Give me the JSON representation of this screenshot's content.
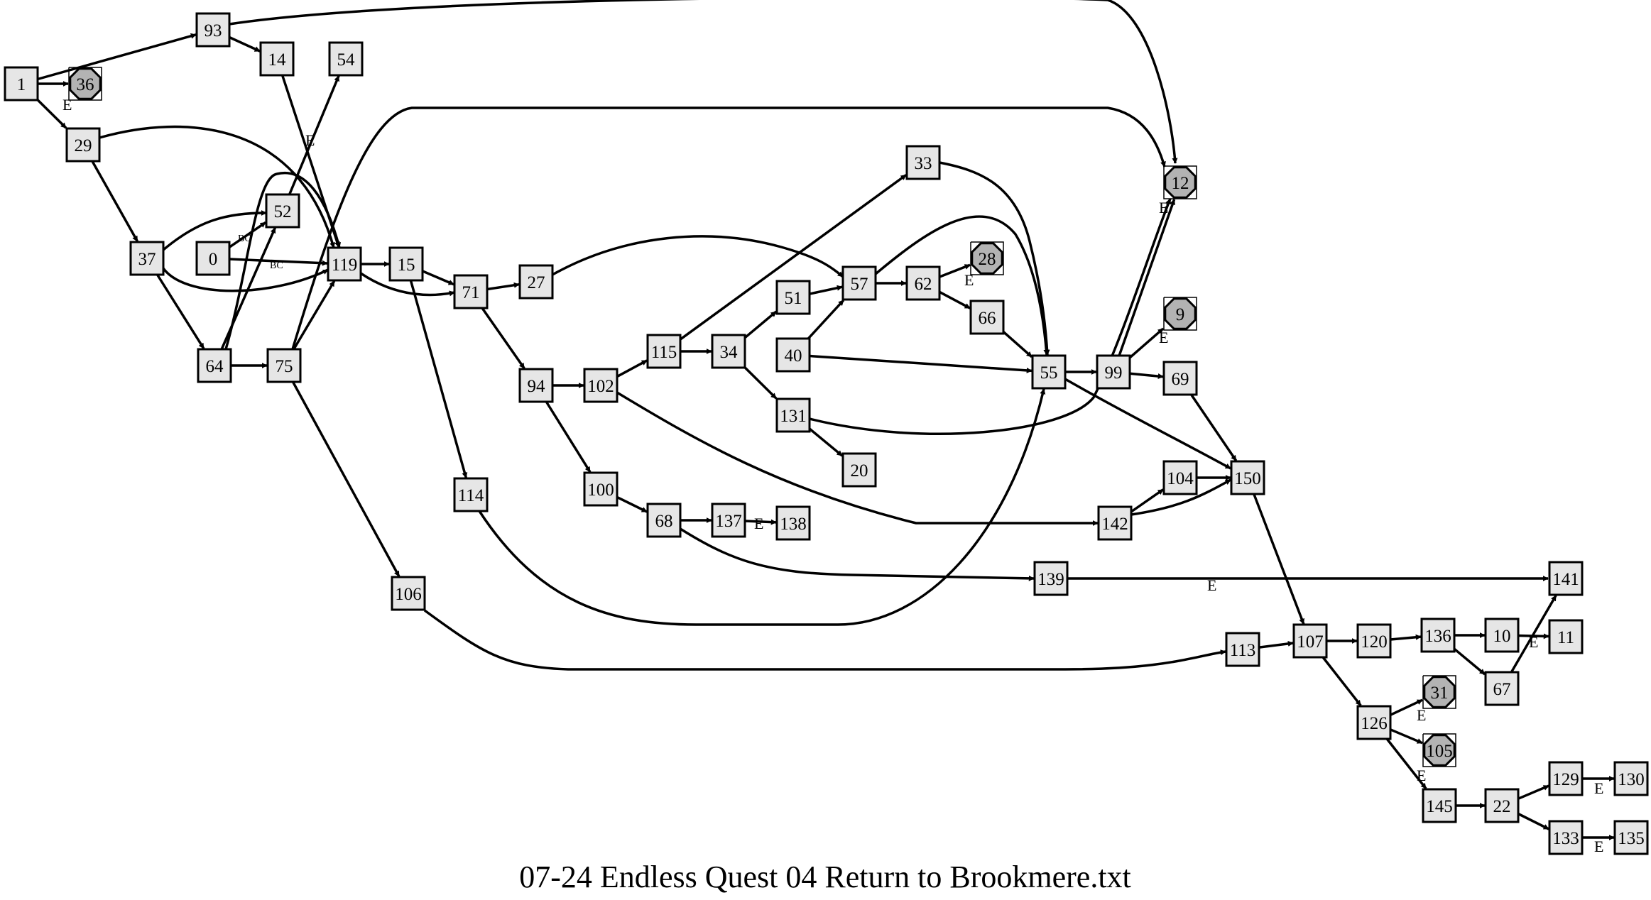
{
  "caption": "07-24 Endless Quest 04 Return to Brookmere.txt",
  "colors": {
    "node_fill": "#e6e6e6",
    "end_fill": "#b3b3b3",
    "stroke": "#000000"
  },
  "nodes": [
    {
      "id": "1",
      "label": "1",
      "shape": "box"
    },
    {
      "id": "36",
      "label": "36",
      "shape": "octagon"
    },
    {
      "id": "93",
      "label": "93",
      "shape": "box"
    },
    {
      "id": "14",
      "label": "14",
      "shape": "box"
    },
    {
      "id": "54",
      "label": "54",
      "shape": "box"
    },
    {
      "id": "29",
      "label": "29",
      "shape": "box"
    },
    {
      "id": "37",
      "label": "37",
      "shape": "box"
    },
    {
      "id": "52",
      "label": "52",
      "shape": "box"
    },
    {
      "id": "0",
      "label": "0",
      "shape": "box"
    },
    {
      "id": "119",
      "label": "119",
      "shape": "box"
    },
    {
      "id": "64",
      "label": "64",
      "shape": "box"
    },
    {
      "id": "75",
      "label": "75",
      "shape": "box"
    },
    {
      "id": "15",
      "label": "15",
      "shape": "box"
    },
    {
      "id": "71",
      "label": "71",
      "shape": "box"
    },
    {
      "id": "27",
      "label": "27",
      "shape": "box"
    },
    {
      "id": "94",
      "label": "94",
      "shape": "box"
    },
    {
      "id": "102",
      "label": "102",
      "shape": "box"
    },
    {
      "id": "115",
      "label": "115",
      "shape": "box"
    },
    {
      "id": "34",
      "label": "34",
      "shape": "box"
    },
    {
      "id": "51",
      "label": "51",
      "shape": "box"
    },
    {
      "id": "57",
      "label": "57",
      "shape": "box"
    },
    {
      "id": "62",
      "label": "62",
      "shape": "box"
    },
    {
      "id": "28",
      "label": "28",
      "shape": "octagon"
    },
    {
      "id": "66",
      "label": "66",
      "shape": "box"
    },
    {
      "id": "33",
      "label": "33",
      "shape": "box"
    },
    {
      "id": "40",
      "label": "40",
      "shape": "box"
    },
    {
      "id": "55",
      "label": "55",
      "shape": "box"
    },
    {
      "id": "99",
      "label": "99",
      "shape": "box"
    },
    {
      "id": "12",
      "label": "12",
      "shape": "octagon"
    },
    {
      "id": "9",
      "label": "9",
      "shape": "octagon"
    },
    {
      "id": "69",
      "label": "69",
      "shape": "box"
    },
    {
      "id": "131",
      "label": "131",
      "shape": "box"
    },
    {
      "id": "20",
      "label": "20",
      "shape": "box"
    },
    {
      "id": "100",
      "label": "100",
      "shape": "box"
    },
    {
      "id": "68",
      "label": "68",
      "shape": "box"
    },
    {
      "id": "137",
      "label": "137",
      "shape": "box"
    },
    {
      "id": "138",
      "label": "138",
      "shape": "box"
    },
    {
      "id": "114",
      "label": "114",
      "shape": "box"
    },
    {
      "id": "106",
      "label": "106",
      "shape": "box"
    },
    {
      "id": "142",
      "label": "142",
      "shape": "box"
    },
    {
      "id": "104",
      "label": "104",
      "shape": "box"
    },
    {
      "id": "150",
      "label": "150",
      "shape": "box"
    },
    {
      "id": "139",
      "label": "139",
      "shape": "box"
    },
    {
      "id": "141",
      "label": "141",
      "shape": "box"
    },
    {
      "id": "113",
      "label": "113",
      "shape": "box"
    },
    {
      "id": "107",
      "label": "107",
      "shape": "box"
    },
    {
      "id": "120",
      "label": "120",
      "shape": "box"
    },
    {
      "id": "136",
      "label": "136",
      "shape": "box"
    },
    {
      "id": "10",
      "label": "10",
      "shape": "box"
    },
    {
      "id": "11",
      "label": "11",
      "shape": "box"
    },
    {
      "id": "67",
      "label": "67",
      "shape": "box"
    },
    {
      "id": "126",
      "label": "126",
      "shape": "box"
    },
    {
      "id": "31",
      "label": "31",
      "shape": "octagon"
    },
    {
      "id": "105",
      "label": "105",
      "shape": "octagon"
    },
    {
      "id": "145",
      "label": "145",
      "shape": "box"
    },
    {
      "id": "22",
      "label": "22",
      "shape": "box"
    },
    {
      "id": "129",
      "label": "129",
      "shape": "box"
    },
    {
      "id": "130",
      "label": "130",
      "shape": "box"
    },
    {
      "id": "133",
      "label": "133",
      "shape": "box"
    },
    {
      "id": "135",
      "label": "135",
      "shape": "box"
    }
  ],
  "edges": [
    {
      "from": "1",
      "to": "93",
      "label": ""
    },
    {
      "from": "1",
      "to": "36",
      "label": ""
    },
    {
      "from": "1",
      "to": "29",
      "label": "E"
    },
    {
      "from": "93",
      "to": "14",
      "label": ""
    },
    {
      "from": "93",
      "to": "12",
      "label": ""
    },
    {
      "from": "14",
      "to": "119",
      "label": ""
    },
    {
      "from": "29",
      "to": "119",
      "label": ""
    },
    {
      "from": "29",
      "to": "37",
      "label": ""
    },
    {
      "from": "37",
      "to": "52",
      "label": ""
    },
    {
      "from": "37",
      "to": "119",
      "label": ""
    },
    {
      "from": "37",
      "to": "64",
      "label": ""
    },
    {
      "from": "0",
      "to": "52",
      "label": "BC"
    },
    {
      "from": "0",
      "to": "119",
      "label": "BC"
    },
    {
      "from": "52",
      "to": "54",
      "label": "E"
    },
    {
      "from": "64",
      "to": "52",
      "label": ""
    },
    {
      "from": "64",
      "to": "119",
      "label": ""
    },
    {
      "from": "64",
      "to": "75",
      "label": ""
    },
    {
      "from": "75",
      "to": "119",
      "label": ""
    },
    {
      "from": "75",
      "to": "12",
      "label": ""
    },
    {
      "from": "75",
      "to": "106",
      "label": ""
    },
    {
      "from": "119",
      "to": "15",
      "label": ""
    },
    {
      "from": "119",
      "to": "71",
      "label": ""
    },
    {
      "from": "15",
      "to": "71",
      "label": ""
    },
    {
      "from": "15",
      "to": "114",
      "label": ""
    },
    {
      "from": "71",
      "to": "27",
      "label": ""
    },
    {
      "from": "71",
      "to": "94",
      "label": ""
    },
    {
      "from": "27",
      "to": "57",
      "label": ""
    },
    {
      "from": "94",
      "to": "102",
      "label": ""
    },
    {
      "from": "94",
      "to": "100",
      "label": ""
    },
    {
      "from": "102",
      "to": "115",
      "label": ""
    },
    {
      "from": "102",
      "to": "142",
      "label": ""
    },
    {
      "from": "115",
      "to": "33",
      "label": ""
    },
    {
      "from": "115",
      "to": "34",
      "label": ""
    },
    {
      "from": "34",
      "to": "51",
      "label": ""
    },
    {
      "from": "34",
      "to": "131",
      "label": ""
    },
    {
      "from": "51",
      "to": "57",
      "label": ""
    },
    {
      "from": "40",
      "to": "57",
      "label": ""
    },
    {
      "from": "40",
      "to": "55",
      "label": ""
    },
    {
      "from": "57",
      "to": "62",
      "label": ""
    },
    {
      "from": "57",
      "to": "55",
      "label": ""
    },
    {
      "from": "62",
      "to": "28",
      "label": "E"
    },
    {
      "from": "62",
      "to": "66",
      "label": ""
    },
    {
      "from": "66",
      "to": "55",
      "label": ""
    },
    {
      "from": "33",
      "to": "55",
      "label": ""
    },
    {
      "from": "131",
      "to": "20",
      "label": ""
    },
    {
      "from": "131",
      "to": "12",
      "label": "E"
    },
    {
      "from": "55",
      "to": "99",
      "label": ""
    },
    {
      "from": "55",
      "to": "150",
      "label": ""
    },
    {
      "from": "99",
      "to": "12",
      "label": ""
    },
    {
      "from": "99",
      "to": "9",
      "label": "E"
    },
    {
      "from": "99",
      "to": "69",
      "label": ""
    },
    {
      "from": "69",
      "to": "150",
      "label": ""
    },
    {
      "from": "100",
      "to": "68",
      "label": ""
    },
    {
      "from": "68",
      "to": "137",
      "label": ""
    },
    {
      "from": "68",
      "to": "139",
      "label": ""
    },
    {
      "from": "137",
      "to": "138",
      "label": "E"
    },
    {
      "from": "114",
      "to": "55",
      "label": ""
    },
    {
      "from": "142",
      "to": "104",
      "label": ""
    },
    {
      "from": "142",
      "to": "150",
      "label": ""
    },
    {
      "from": "104",
      "to": "150",
      "label": ""
    },
    {
      "from": "150",
      "to": "107",
      "label": ""
    },
    {
      "from": "139",
      "to": "141",
      "label": "E"
    },
    {
      "from": "106",
      "to": "113",
      "label": ""
    },
    {
      "from": "113",
      "to": "107",
      "label": ""
    },
    {
      "from": "107",
      "to": "120",
      "label": ""
    },
    {
      "from": "107",
      "to": "126",
      "label": ""
    },
    {
      "from": "120",
      "to": "136",
      "label": ""
    },
    {
      "from": "136",
      "to": "10",
      "label": ""
    },
    {
      "from": "136",
      "to": "67",
      "label": ""
    },
    {
      "from": "10",
      "to": "11",
      "label": "E"
    },
    {
      "from": "67",
      "to": "141",
      "label": ""
    },
    {
      "from": "126",
      "to": "31",
      "label": "E"
    },
    {
      "from": "126",
      "to": "105",
      "label": ""
    },
    {
      "from": "126",
      "to": "145",
      "label": "E"
    },
    {
      "from": "145",
      "to": "22",
      "label": ""
    },
    {
      "from": "22",
      "to": "129",
      "label": ""
    },
    {
      "from": "22",
      "to": "133",
      "label": ""
    },
    {
      "from": "129",
      "to": "130",
      "label": "E"
    },
    {
      "from": "133",
      "to": "135",
      "label": "E"
    }
  ]
}
